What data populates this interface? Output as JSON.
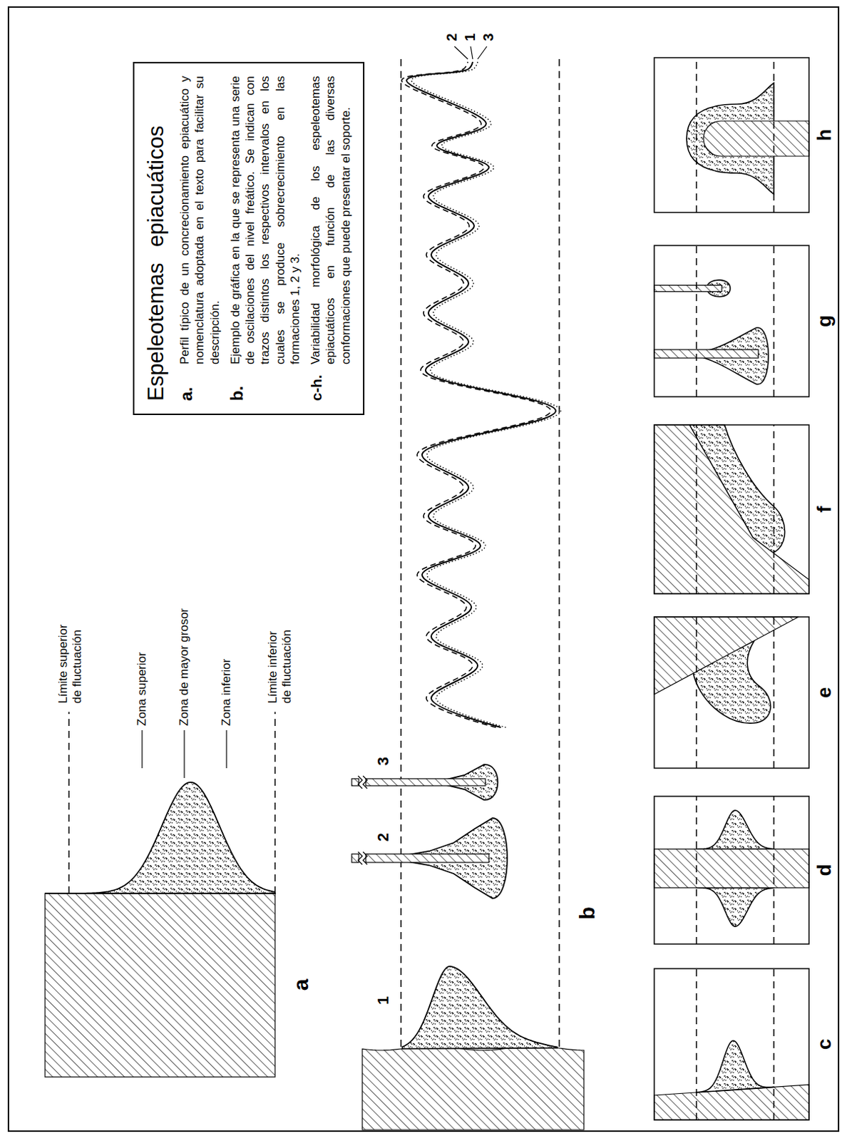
{
  "diagram": {
    "nodes": [
      {
        "text": [
          "Espeleotemas epiacuáticos",
          "a.",
          "Perfil típico de un concrecionamiento epiacuático y nomenclatura adoptada en el texto para facilitar su descripción.",
          "b.",
          "Ejemplo de gráfica en la que se representa una serie de oscilaciones del nivel freático. Se indican con trazos distintos los respectivos intervalos en los cuales se produce sobrecrecimiento en las formaciones 1, 2 y 3.",
          "c-h.",
          "Variabilidad morfológica de los espeleotemas epiacuáticos en función de las diversas conformaciones que puede presentar el soporte."
        ]
      }
    ],
    "labels": [
      "Límite superior de fluctuación",
      "Zona superior",
      "Zona de mayor grosor",
      "Zona inferior",
      "Límite inferior de fluctuación",
      "a",
      "1",
      "2",
      "3",
      "b",
      "2",
      "1",
      "3",
      "c",
      "d",
      "e",
      "f",
      "g",
      "h"
    ]
  }
}
